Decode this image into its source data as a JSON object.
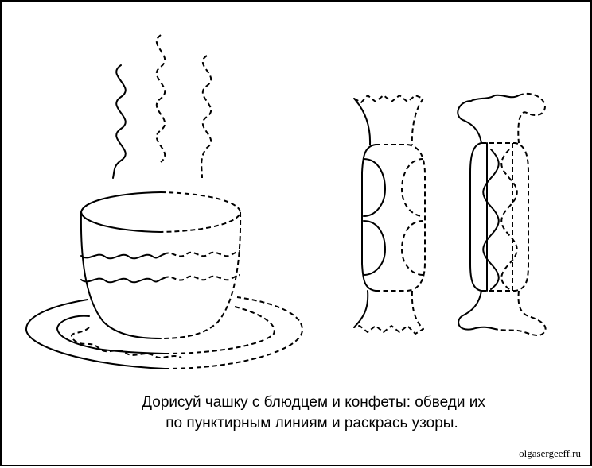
{
  "worksheet": {
    "instruction_line1": "Дорисуй чашку с блюдцем и конфеты: обведи их",
    "instruction_line2": "по пунктирным линиям и раскрась узоры.",
    "site_credit": "olgasergeeff.ru"
  },
  "colors": {
    "ink": "#000000",
    "paper": "#ffffff"
  }
}
